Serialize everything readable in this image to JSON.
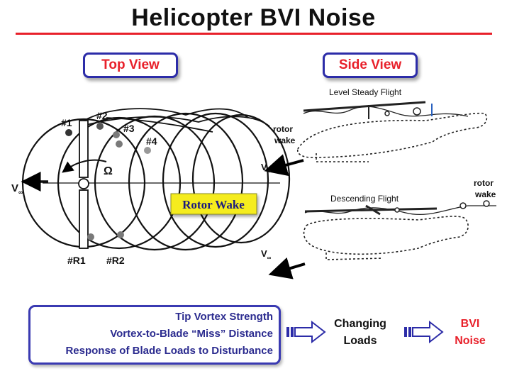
{
  "title": "Helicopter BVI Noise",
  "top_view": {
    "label": "Top View",
    "blade_markers": [
      "#1",
      "#2",
      "#3",
      "#4"
    ],
    "rear_markers": [
      "#R1",
      "#R2"
    ],
    "omega": "Ω",
    "freestream": "V",
    "freestream_sub": "∞",
    "rotor_wake_label": "Rotor Wake"
  },
  "side_view": {
    "label": "Side View",
    "level_flight": "Level Steady Flight",
    "descending_flight": "Descending Flight",
    "rotor_wake_1a": "rotor",
    "rotor_wake_1b": "wake",
    "rotor_wake_2a": "rotor",
    "rotor_wake_2b": "wake",
    "freestream": "V",
    "freestream_sub": "∞"
  },
  "chain": {
    "factors": [
      "Tip Vortex Strength",
      "Vortex-to-Blade “Miss” Distance",
      "Response of Blade Loads to Disturbance"
    ],
    "middle_line1": "Changing",
    "middle_line2": "Loads",
    "end_line1": "BVI",
    "end_line2": "Noise"
  },
  "colors": {
    "accent_red": "#e8202a",
    "frame_blue": "#2c2ca8",
    "wake_box_yellow": "#f5ec1e"
  }
}
